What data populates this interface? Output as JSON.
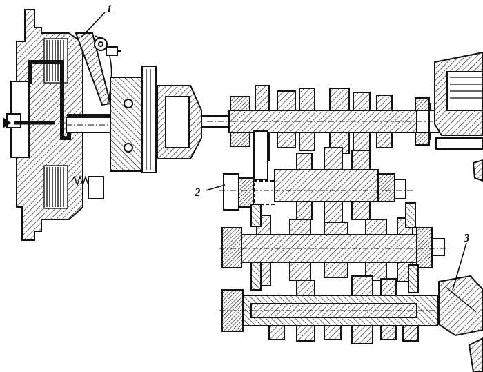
{
  "callouts": [
    {
      "label": "1"
    },
    {
      "label": "2"
    },
    {
      "label": "3"
    }
  ],
  "colors": {
    "ink": "#111111",
    "background": "#ffffff"
  },
  "drawing": {
    "style": "sectional-line-drawing",
    "hatching": "diagonal"
  }
}
